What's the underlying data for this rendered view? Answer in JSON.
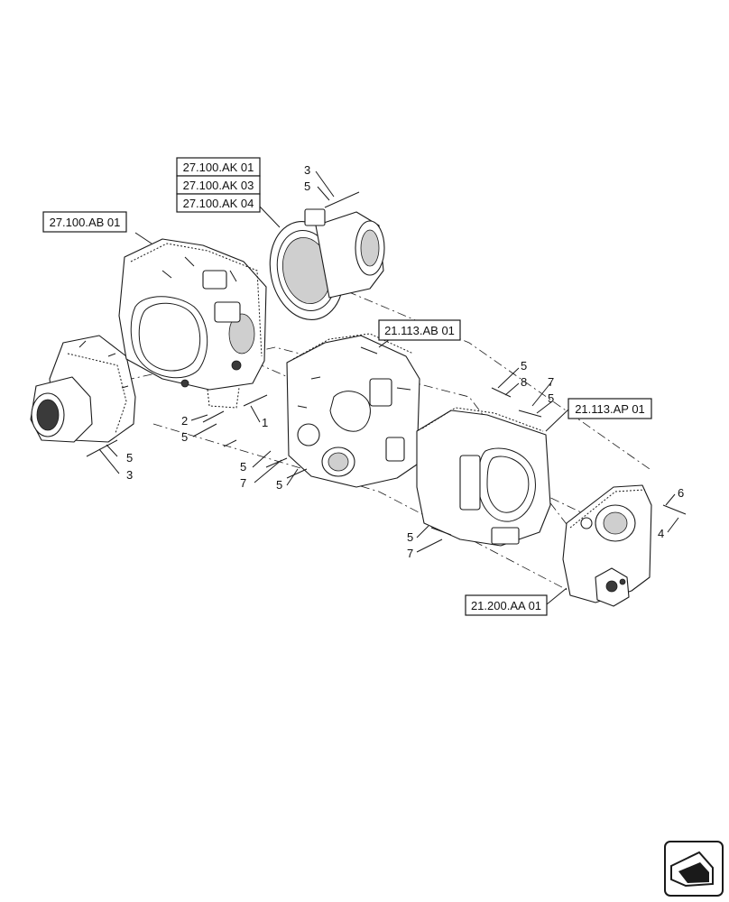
{
  "references": [
    {
      "id": "ref-27-100-ak-01",
      "text": "27.100.AK 01"
    },
    {
      "id": "ref-27-100-ak-03",
      "text": "27.100.AK 03"
    },
    {
      "id": "ref-27-100-ak-04",
      "text": "27.100.AK 04"
    },
    {
      "id": "ref-27-100-ab-01",
      "text": "27.100.AB 01"
    },
    {
      "id": "ref-21-113-ab-01",
      "text": "21.113.AB 01"
    },
    {
      "id": "ref-21-113-ap-01",
      "text": "21.113.AP 01"
    },
    {
      "id": "ref-21-200-aa-01",
      "text": "21.200.AA 01"
    }
  ],
  "callouts": {
    "top_3": "3",
    "top_5": "5",
    "left_2": "2",
    "left_5": "5",
    "center_1": "1",
    "lower_left_5": "5",
    "lower_left_3": "3",
    "mid_5a": "5",
    "mid_7": "7",
    "mid_5b": "5",
    "right_5a": "5",
    "right_8": "8",
    "right_7": "7",
    "right_5b": "5",
    "bottom_5": "5",
    "bottom_7": "7",
    "far_6": "6",
    "far_4": "4"
  },
  "icons": {
    "navigation": "next-page-arrow-icon"
  }
}
